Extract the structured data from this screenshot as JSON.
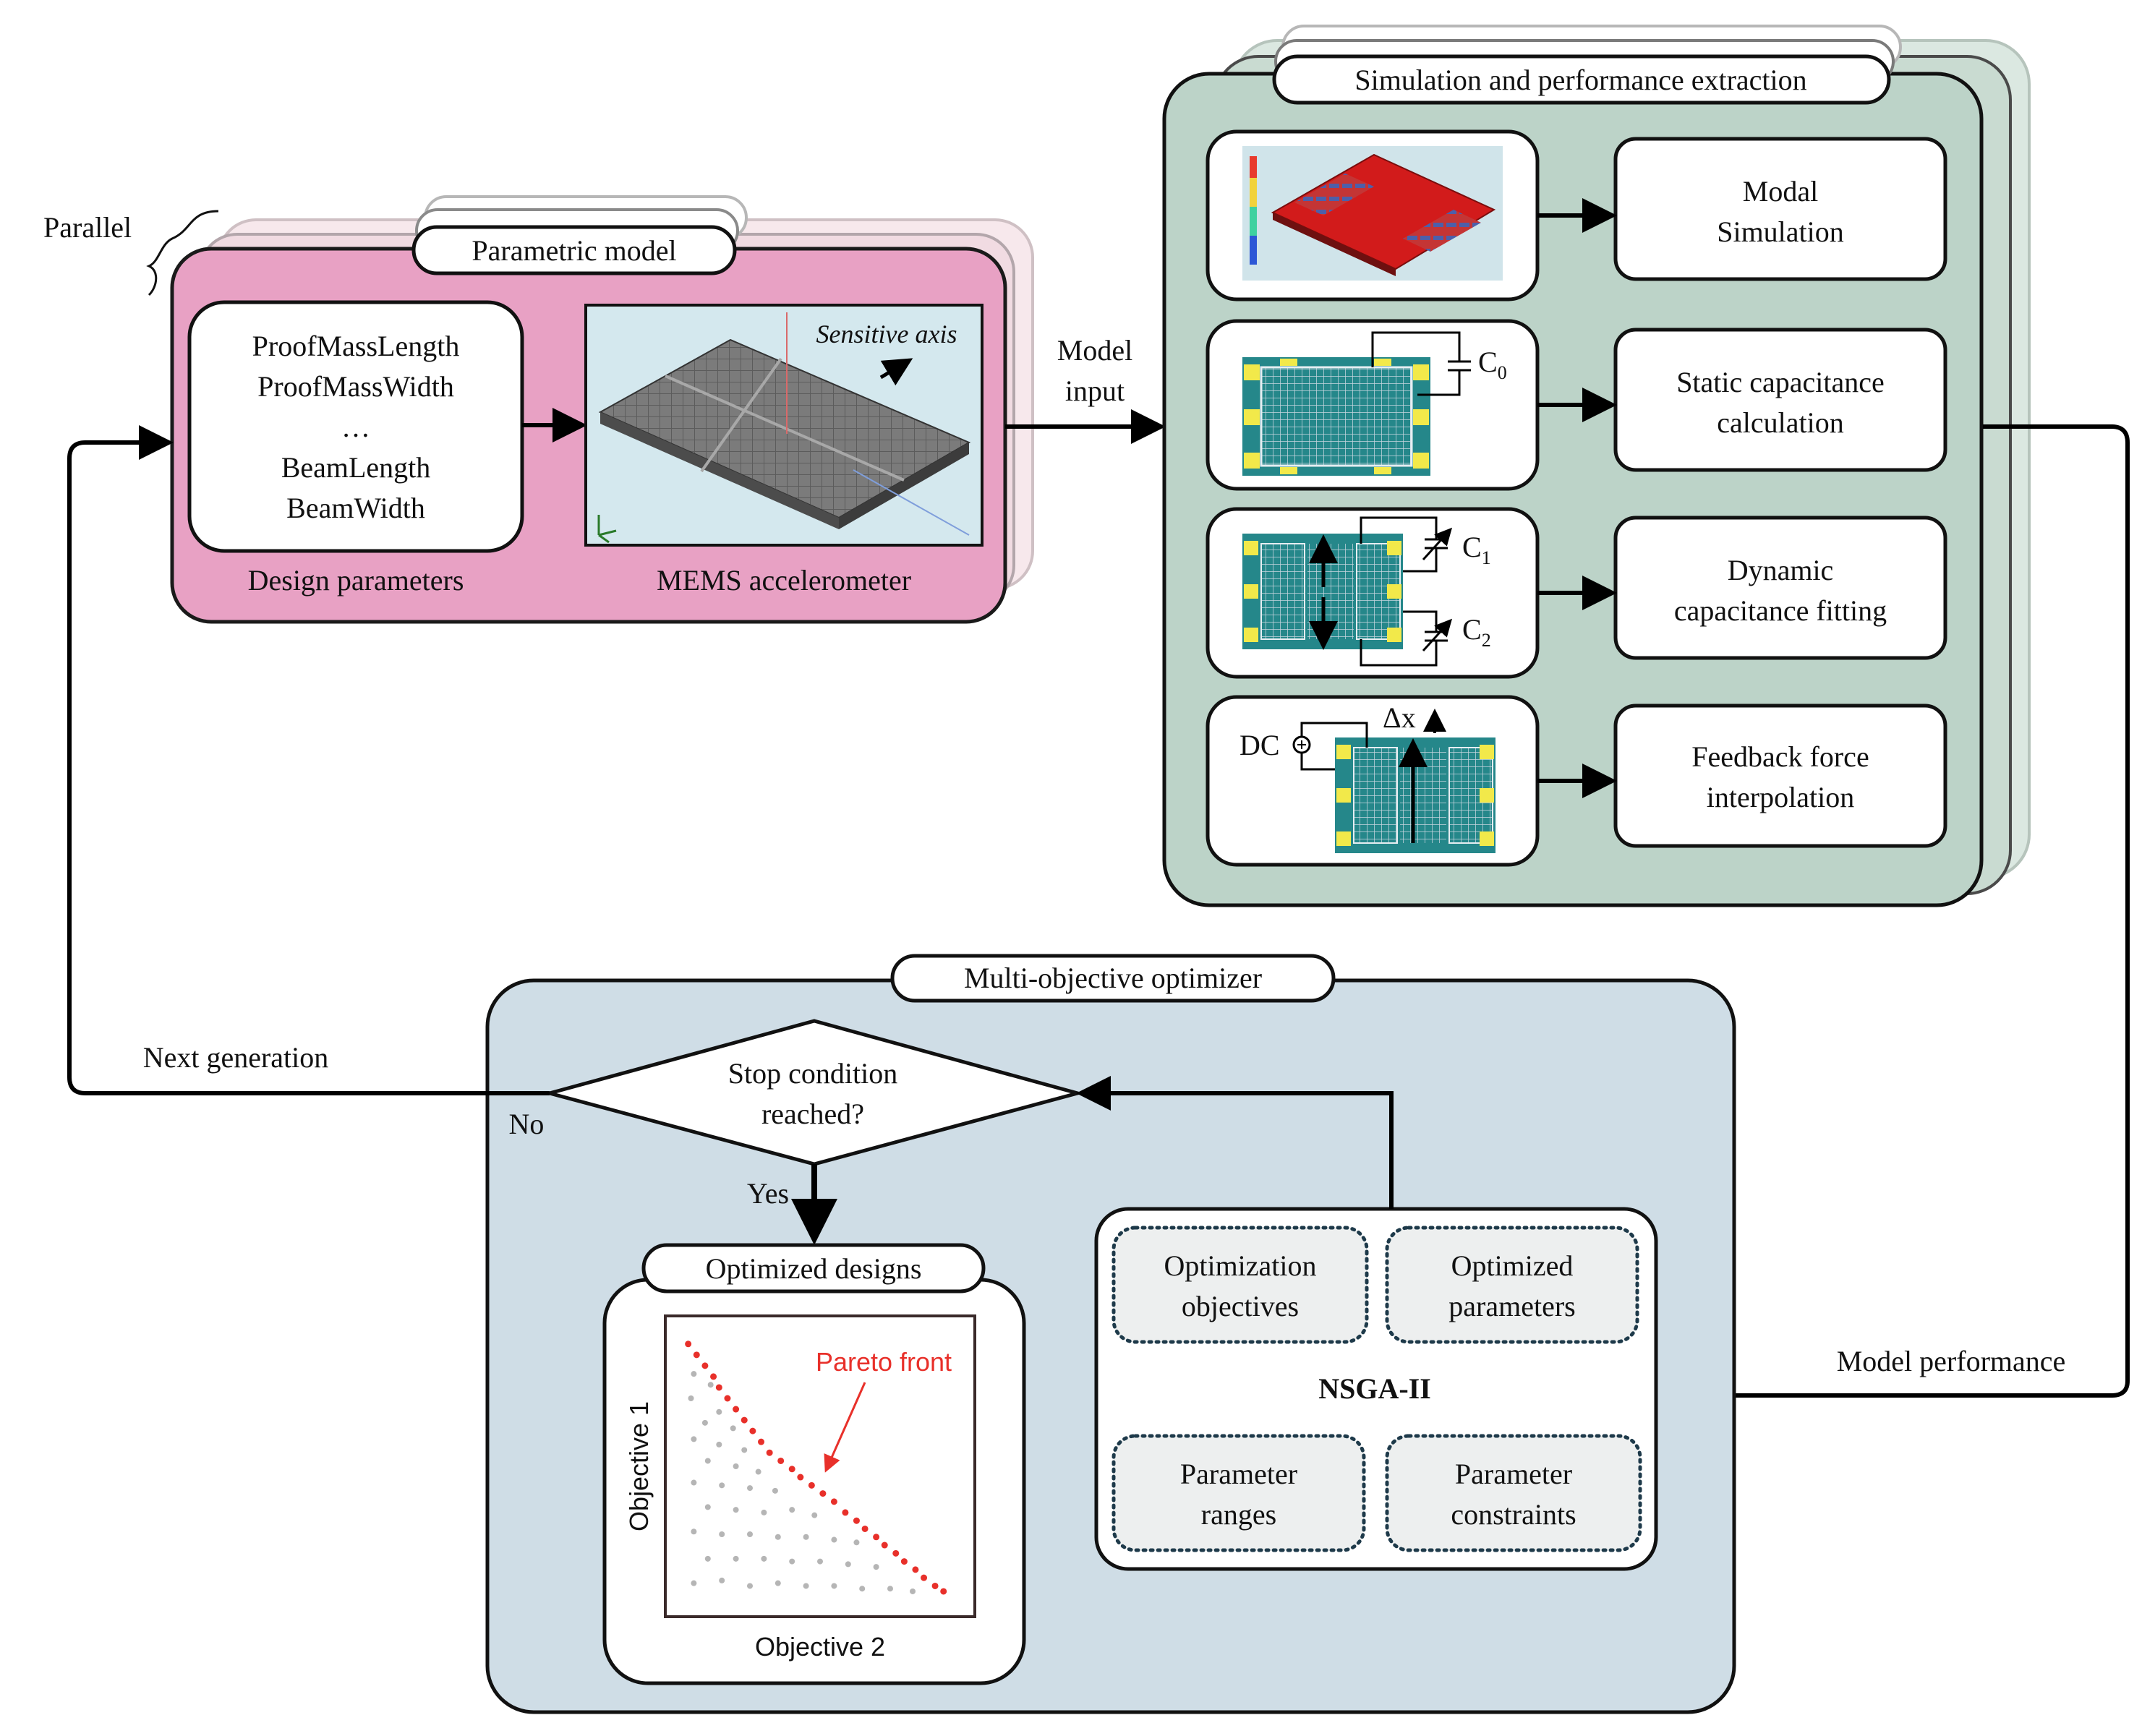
{
  "parallel_label": "Parallel",
  "parametric_model": {
    "title": "Parametric model",
    "parameters": [
      "ProofMassLength",
      "ProofMassWidth",
      "…",
      "BeamLength",
      "BeamWidth"
    ],
    "design_parameters_label": "Design parameters",
    "sensitive_axis_label": "Sensitive axis",
    "accelerometer_label": "MEMS accelerometer"
  },
  "model_input_label": [
    "Model",
    "input"
  ],
  "simulation": {
    "title": "Simulation and performance extraction",
    "c0_label": "C",
    "c0_sub": "0",
    "c1_label": "C",
    "c1_sub": "1",
    "c2_label": "C",
    "c2_sub": "2",
    "dc_label": "DC",
    "dx_label": "Δx",
    "tasks": [
      [
        "Modal",
        "Simulation"
      ],
      [
        "Static capacitance",
        "calculation"
      ],
      [
        "Dynamic",
        "capacitance fitting"
      ],
      [
        "Feedback force",
        "interpolation"
      ]
    ]
  },
  "optimizer": {
    "title": "Multi-objective optimizer",
    "decision": [
      "Stop condition",
      "reached?"
    ],
    "yes_label": "Yes",
    "no_label": "No",
    "optimized_designs_title": "Optimized designs",
    "algorithm": "NSGA-II",
    "settings": [
      [
        "Optimization",
        "objectives"
      ],
      [
        "Optimized",
        "parameters"
      ],
      [
        "Parameter",
        "ranges"
      ],
      [
        "Parameter",
        "constraints"
      ]
    ]
  },
  "next_generation_label": "Next generation",
  "model_performance_label": "Model performance",
  "chart_data": {
    "type": "scatter",
    "xlabel": "Objective 2",
    "ylabel": "Objective 1",
    "annotation": "Pareto front",
    "xlim": [
      0,
      10
    ],
    "ylim": [
      0,
      10
    ],
    "series": [
      {
        "role": "pareto-front",
        "color": "#e8302a",
        "points": [
          [
            0.3,
            9.5
          ],
          [
            0.6,
            9.1
          ],
          [
            0.9,
            8.7
          ],
          [
            1.2,
            8.3
          ],
          [
            1.4,
            7.9
          ],
          [
            1.7,
            7.5
          ],
          [
            2.0,
            7.1
          ],
          [
            2.3,
            6.7
          ],
          [
            2.6,
            6.3
          ],
          [
            2.9,
            5.9
          ],
          [
            3.2,
            5.5
          ],
          [
            3.6,
            5.2
          ],
          [
            4.0,
            4.9
          ],
          [
            4.3,
            4.6
          ],
          [
            4.7,
            4.3
          ],
          [
            5.1,
            4.0
          ],
          [
            5.5,
            3.7
          ],
          [
            5.9,
            3.3
          ],
          [
            6.3,
            3.0
          ],
          [
            6.6,
            2.7
          ],
          [
            7.0,
            2.4
          ],
          [
            7.3,
            2.1
          ],
          [
            7.7,
            1.8
          ],
          [
            8.0,
            1.5
          ],
          [
            8.4,
            1.2
          ],
          [
            8.7,
            0.9
          ],
          [
            9.1,
            0.6
          ],
          [
            9.4,
            0.4
          ]
        ]
      },
      {
        "role": "dominated-designs",
        "color": "#b5b5b5",
        "points": [
          [
            0.5,
            8.4
          ],
          [
            1.1,
            8.0
          ],
          [
            0.4,
            7.5
          ],
          [
            1.4,
            7.0
          ],
          [
            0.9,
            6.6
          ],
          [
            1.9,
            6.4
          ],
          [
            0.5,
            6.0
          ],
          [
            1.4,
            5.8
          ],
          [
            2.3,
            5.6
          ],
          [
            1.0,
            5.2
          ],
          [
            2.0,
            5.0
          ],
          [
            2.8,
            4.8
          ],
          [
            0.5,
            4.4
          ],
          [
            1.5,
            4.3
          ],
          [
            2.5,
            4.2
          ],
          [
            3.4,
            4.1
          ],
          [
            1.0,
            3.5
          ],
          [
            2.0,
            3.4
          ],
          [
            3.0,
            3.3
          ],
          [
            4.0,
            3.4
          ],
          [
            4.8,
            3.2
          ],
          [
            0.5,
            2.6
          ],
          [
            1.5,
            2.5
          ],
          [
            2.5,
            2.5
          ],
          [
            3.5,
            2.4
          ],
          [
            4.5,
            2.4
          ],
          [
            5.5,
            2.3
          ],
          [
            6.3,
            2.2
          ],
          [
            1.0,
            1.6
          ],
          [
            2.0,
            1.6
          ],
          [
            3.0,
            1.6
          ],
          [
            4.0,
            1.5
          ],
          [
            5.0,
            1.5
          ],
          [
            6.0,
            1.4
          ],
          [
            7.0,
            1.3
          ],
          [
            0.5,
            0.7
          ],
          [
            1.5,
            0.8
          ],
          [
            2.5,
            0.6
          ],
          [
            3.5,
            0.7
          ],
          [
            4.5,
            0.6
          ],
          [
            5.5,
            0.6
          ],
          [
            6.5,
            0.5
          ],
          [
            7.5,
            0.5
          ],
          [
            8.3,
            0.4
          ]
        ]
      }
    ]
  }
}
